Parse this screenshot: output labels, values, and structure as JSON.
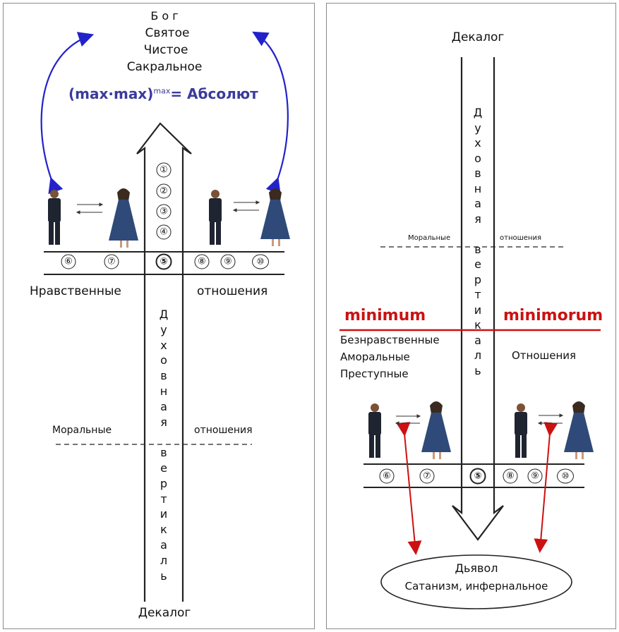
{
  "left": {
    "top_words": [
      "Б о г",
      "Святое",
      "Чистое",
      "Сакральное"
    ],
    "formula": {
      "base": "(max·max)",
      "exp": "max",
      "result": "= Абсолют"
    },
    "vertical_word": "Духовная вертикаль",
    "numbers_upper": [
      "①",
      "②",
      "③",
      "④"
    ],
    "numbers_row": [
      "⑥",
      "⑦",
      "⑤",
      "⑧",
      "⑨",
      "⑩"
    ],
    "label_left": "Нравственные",
    "label_right": "отношения",
    "moral_left": "Моральные",
    "moral_right": "отношения",
    "bottom": "Декалог"
  },
  "right": {
    "top": "Декалог",
    "vertical_word": "Духовная вертикаль",
    "moral_left": "Моральные",
    "moral_right": "отношения",
    "minimum": "minimum",
    "minimorum": "minimorum",
    "list_left": [
      "Безнравственные",
      "Аморальные",
      "Преступные"
    ],
    "relations": "Отношения",
    "numbers_row": [
      "⑥",
      "⑦",
      "⑤",
      "⑧",
      "⑨",
      "⑩"
    ],
    "devil": "Дьявол",
    "satanism": "Сатанизм,  инфернальное"
  },
  "colors": {
    "blue_arrow": "#2222cc",
    "formula": "#3b3b9c",
    "red": "#cc1111",
    "dress": "#2f4a78",
    "suit": "#1e2430"
  }
}
